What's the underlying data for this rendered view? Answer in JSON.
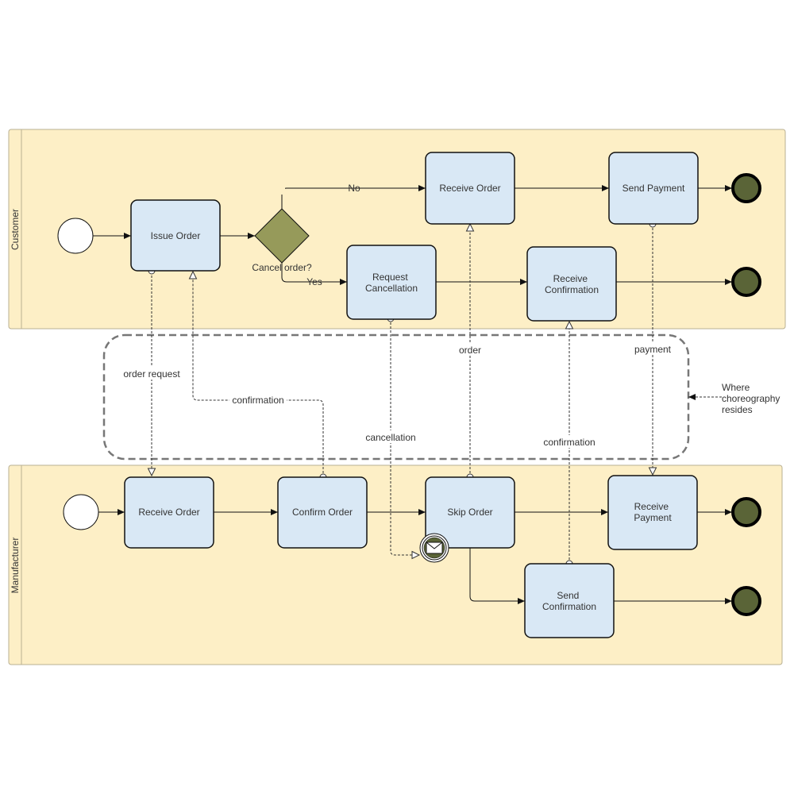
{
  "colors": {
    "pool_fill": "#fdefc6",
    "pool_stroke": "#b9b093",
    "task_fill": "#d9e8f5",
    "task_stroke": "#111111",
    "gateway_fill": "#969a5a",
    "end_fill": "#5a6437",
    "line": "#111111",
    "message_line": "#333333",
    "group_stroke": "#777777"
  },
  "pools": {
    "customer": "Customer",
    "manufacturer": "Manufacturer"
  },
  "tasks": {
    "issue_order": [
      "Issue Order"
    ],
    "receive_order_customer": [
      "Receive Order"
    ],
    "send_payment": [
      "Send Payment"
    ],
    "request_cancellation": [
      "Request",
      "Cancellation"
    ],
    "receive_confirmation": [
      "Receive",
      "Confirmation"
    ],
    "receive_order_manufacturer": [
      "Receive Order"
    ],
    "confirm_order": [
      "Confirm Order"
    ],
    "skip_order": [
      "Skip Order"
    ],
    "receive_payment": [
      "Receive",
      "Payment"
    ],
    "send_confirmation": [
      "Send",
      "Confirmation"
    ]
  },
  "gateway": {
    "label": "Cancel order?",
    "no_label": "No",
    "yes_label": "Yes"
  },
  "messages": {
    "order_request": "order request",
    "confirmation_1": "confirmation",
    "cancellation": "cancellation",
    "order": "order",
    "confirmation_2": "confirmation",
    "payment": "payment"
  },
  "annotation": [
    "Where",
    "choreography",
    "resides"
  ]
}
